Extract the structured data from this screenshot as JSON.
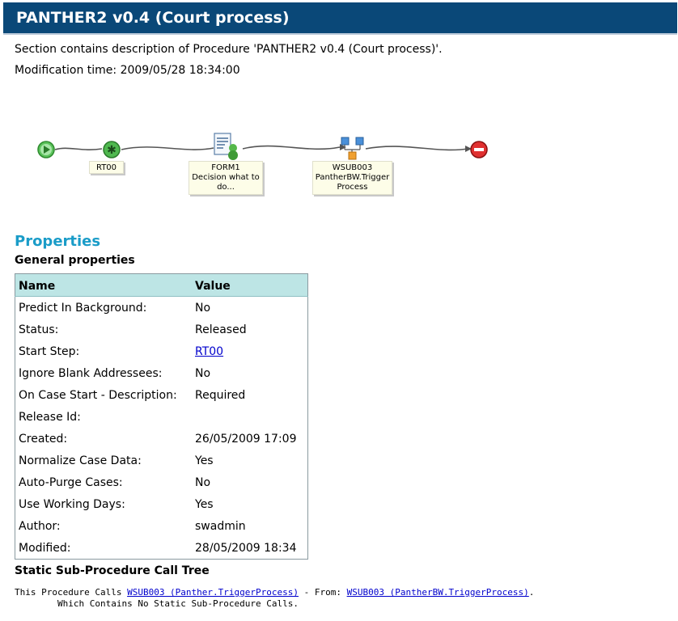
{
  "header": {
    "title": "PANTHER2 v0.4 (Court process)"
  },
  "intro": {
    "description": "Section contains description of Procedure 'PANTHER2 v0.4 (Court process)'.",
    "modification": "Modification time: 2009/05/28 18:34:00"
  },
  "diagram": {
    "nodes": [
      {
        "id": "start",
        "label": "",
        "icon": "start-icon"
      },
      {
        "id": "RT00",
        "label": "RT00",
        "icon": "script-step-icon"
      },
      {
        "id": "FORM1",
        "label_lines": [
          "FORM1",
          "Decision what to",
          "do..."
        ],
        "icon": "form-step-icon"
      },
      {
        "id": "WSUB003",
        "label_lines": [
          "WSUB003",
          "PantherBW.Trigger",
          "Process"
        ],
        "icon": "sub-procedure-icon"
      },
      {
        "id": "stop",
        "label": "",
        "icon": "stop-icon"
      }
    ]
  },
  "properties": {
    "title": "Properties",
    "general_title": "General properties",
    "columns": [
      "Name",
      "Value"
    ],
    "rows": [
      {
        "name": "Predict In Background:",
        "value": "No"
      },
      {
        "name": "Status:",
        "value": "Released"
      },
      {
        "name": "Start Step:",
        "value": "RT00",
        "link": true
      },
      {
        "name": "Ignore Blank Addressees:",
        "value": "No"
      },
      {
        "name": "On Case Start - Description:",
        "value": "Required"
      },
      {
        "name": "Release Id:",
        "value": ""
      },
      {
        "name": "Created:",
        "value": "26/05/2009 17:09"
      },
      {
        "name": "Normalize Case Data:",
        "value": "Yes"
      },
      {
        "name": "Auto-Purge Cases:",
        "value": "No"
      },
      {
        "name": "Use Working Days:",
        "value": "Yes"
      },
      {
        "name": "Author:",
        "value": "swadmin"
      },
      {
        "name": "Modified:",
        "value": "28/05/2009 18:34"
      }
    ]
  },
  "call_tree": {
    "title": "Static Sub-Procedure Call Tree",
    "prefix": "This Procedure Calls ",
    "call_link": "WSUB003 (Panther.TriggerProcess)",
    "from_text": " - From: ",
    "from_link": "WSUB003 (PantherBW.TriggerProcess)",
    "suffix": ".",
    "second_line": "        Which Contains No Static Sub-Procedure Calls."
  },
  "colors": {
    "header_bg": "#0a4878",
    "accent": "#1a9cc8",
    "table_header_bg": "#bde5e5",
    "link": "#0000cc"
  }
}
